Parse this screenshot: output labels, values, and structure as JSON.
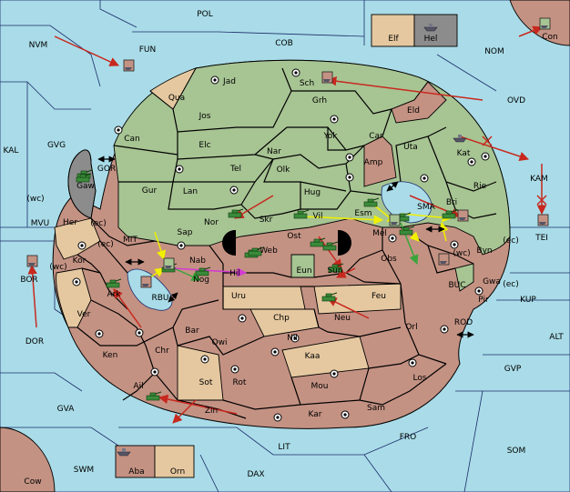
{
  "map": {
    "sea_regions": [
      "POL",
      "NVM",
      "FUN",
      "COB",
      "NOM",
      "OVD",
      "KAL",
      "GVG",
      "MVU",
      "BOR",
      "DOR",
      "KAM",
      "TEI",
      "KUP",
      "ALT",
      "GVP",
      "FRO",
      "SOM",
      "GVA",
      "SWM",
      "LIT",
      "DAX",
      "Cow",
      "Con",
      "MIT",
      "RBU",
      "SMA",
      "GOR",
      "BUC",
      "ROD"
    ],
    "land_regions": [
      "Jad",
      "Sch",
      "Qua",
      "Jos",
      "Grh",
      "Eld",
      "Can",
      "Elc",
      "Nar",
      "Yok",
      "Car",
      "Uta",
      "Tel",
      "Olk",
      "Amp",
      "Kat",
      "Gur",
      "Lan",
      "Hug",
      "Rie",
      "Nor",
      "Skr",
      "Vil",
      "Esm",
      "Bri",
      "Sap",
      "Web",
      "Ost",
      "Mel",
      "Her",
      "Kor",
      "Gaw",
      "Nab",
      "Hil",
      "Eun",
      "Sun",
      "Obs",
      "Byn",
      "Ark",
      "Nog",
      "Uru",
      "Feu",
      "Ver",
      "Chp",
      "Neu",
      "Orl",
      "Gwa",
      "Pir",
      "Bar",
      "Qwi",
      "Nil",
      "Ken",
      "Chr",
      "Kaa",
      "Sot",
      "Rot",
      "Mou",
      "Los",
      "Ail",
      "Zin",
      "Kar",
      "Sam",
      "Elf",
      "Hel",
      "Aba",
      "Orn"
    ],
    "coast_markers": [
      "(wc)",
      "(ec)",
      "(ec)",
      "(wc)",
      "(wc)",
      "(ec)",
      "(ec)"
    ],
    "colors": {
      "sea": "#a9dce8",
      "green": "#a7c493",
      "brown": "#c49283",
      "tan": "#e5c8a0",
      "gray": "#8c8c8c",
      "move_red": "#c8281e",
      "move_yellow": "#f0f000",
      "move_green": "#3aa53a",
      "move_magenta": "#d23cd2"
    },
    "legend": {
      "icons": [
        "army-icon",
        "fleet-icon",
        "supply-center-icon",
        "border-crossing-icon"
      ]
    }
  }
}
